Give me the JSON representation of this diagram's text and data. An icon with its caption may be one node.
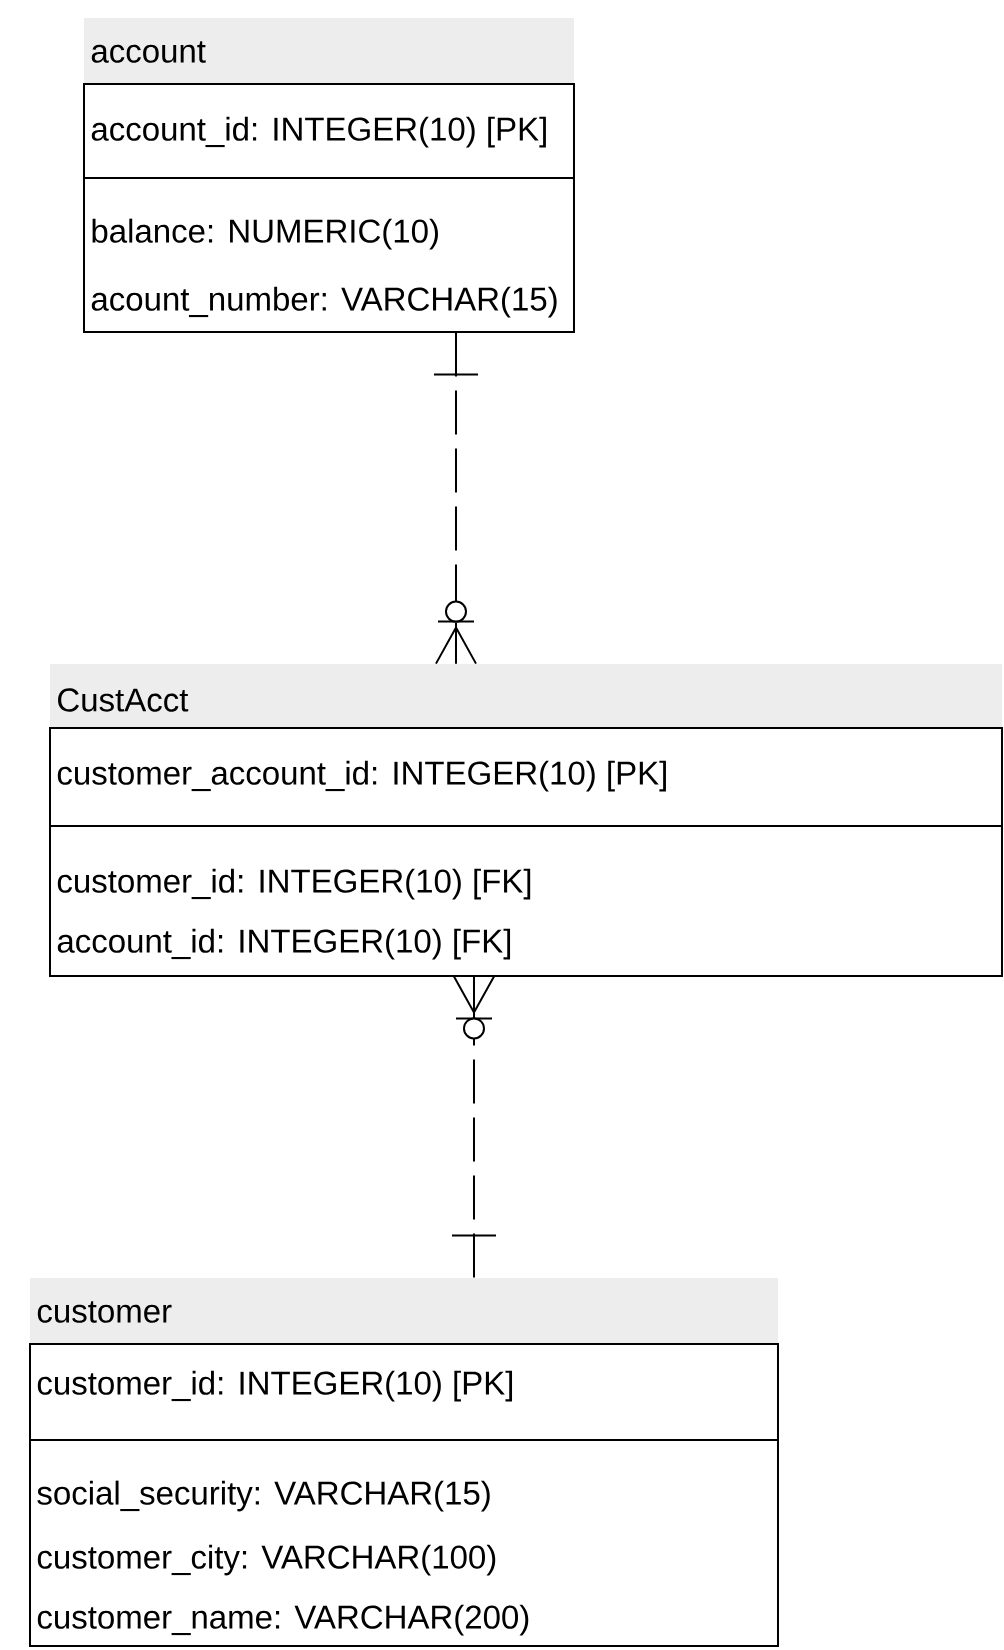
{
  "diagram": {
    "nodes": [
      {
        "text": [
          "account",
          "account_id: INTEGER(10)  [PK]",
          "balance: NUMERIC(10)",
          "acount_number: VARCHAR(15)"
        ]
      },
      {
        "text": [
          "CustAcct",
          "customer_account_id: INTEGER(10)  [PK]",
          "customer_id: INTEGER(10)  [FK]",
          "account_id: INTEGER(10)  [FK]"
        ]
      },
      {
        "text": [
          "customer",
          "customer_id: INTEGER(10)  [PK]",
          "social_security: VARCHAR(15)",
          "customer_city: VARCHAR(100)",
          "customer_name: VARCHAR(200)"
        ]
      }
    ],
    "edges": [
      {
        "from": 0,
        "to": 1,
        "arrow": "other",
        "style": "dashed"
      },
      {
        "from": 2,
        "to": 1,
        "arrow": "other",
        "style": "dashed"
      }
    ]
  }
}
